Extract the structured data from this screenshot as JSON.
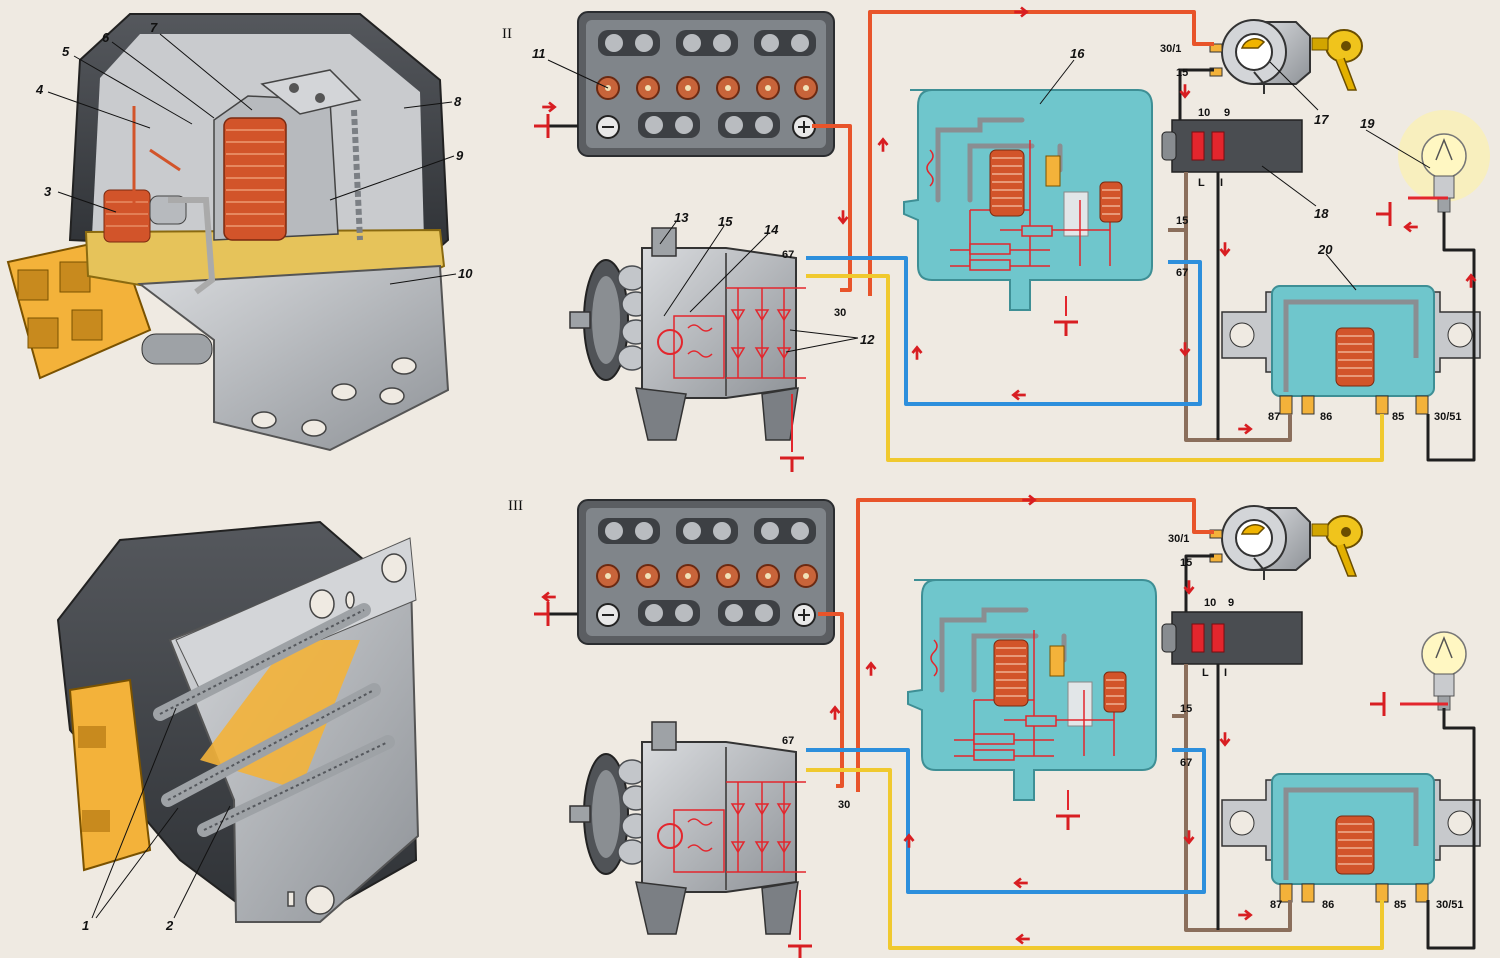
{
  "colors": {
    "background": "#efeae2",
    "metal": "#b9bcc0",
    "metal_dark": "#6f7378",
    "housing_dark": "#3e4145",
    "relay_body": "#6fc6cc",
    "coil": "#d2542a",
    "orange_wire": "#e8542a",
    "blue_wire": "#2d8fdc",
    "yellow_wire": "#f0c92e",
    "brown_wire": "#8b6f5c",
    "black_wire": "#1f1f1f",
    "red_circuit": "#e3262d",
    "arrow": "#d81e22",
    "connector_yellow": "#f3b23a"
  },
  "icons": [
    "regulator-cutaway-illustration",
    "regulator-rear-illustration",
    "battery-icon",
    "alternator-icon",
    "ignition-switch-icon",
    "key-icon",
    "relay-icon",
    "lamp-icon",
    "fuse-block-icon",
    "ground-icon",
    "current-arrow-icon"
  ],
  "diagram": {
    "section_labels": [
      "II",
      "III"
    ],
    "regulator_callouts": [
      "1",
      "2",
      "3",
      "4",
      "5",
      "6",
      "7",
      "8",
      "9",
      "10"
    ],
    "schematic_callouts": [
      "11",
      "12",
      "13",
      "14",
      "15",
      "16",
      "17",
      "18",
      "19",
      "20"
    ],
    "terminals": {
      "t30_1": "30/1",
      "t15": "15",
      "t10": "10",
      "t9": "9",
      "tL": "L",
      "tI": "I",
      "t67": "67",
      "t30": "30",
      "t87": "87",
      "t86": "86",
      "t85": "85",
      "t30_51": "30/51"
    }
  }
}
